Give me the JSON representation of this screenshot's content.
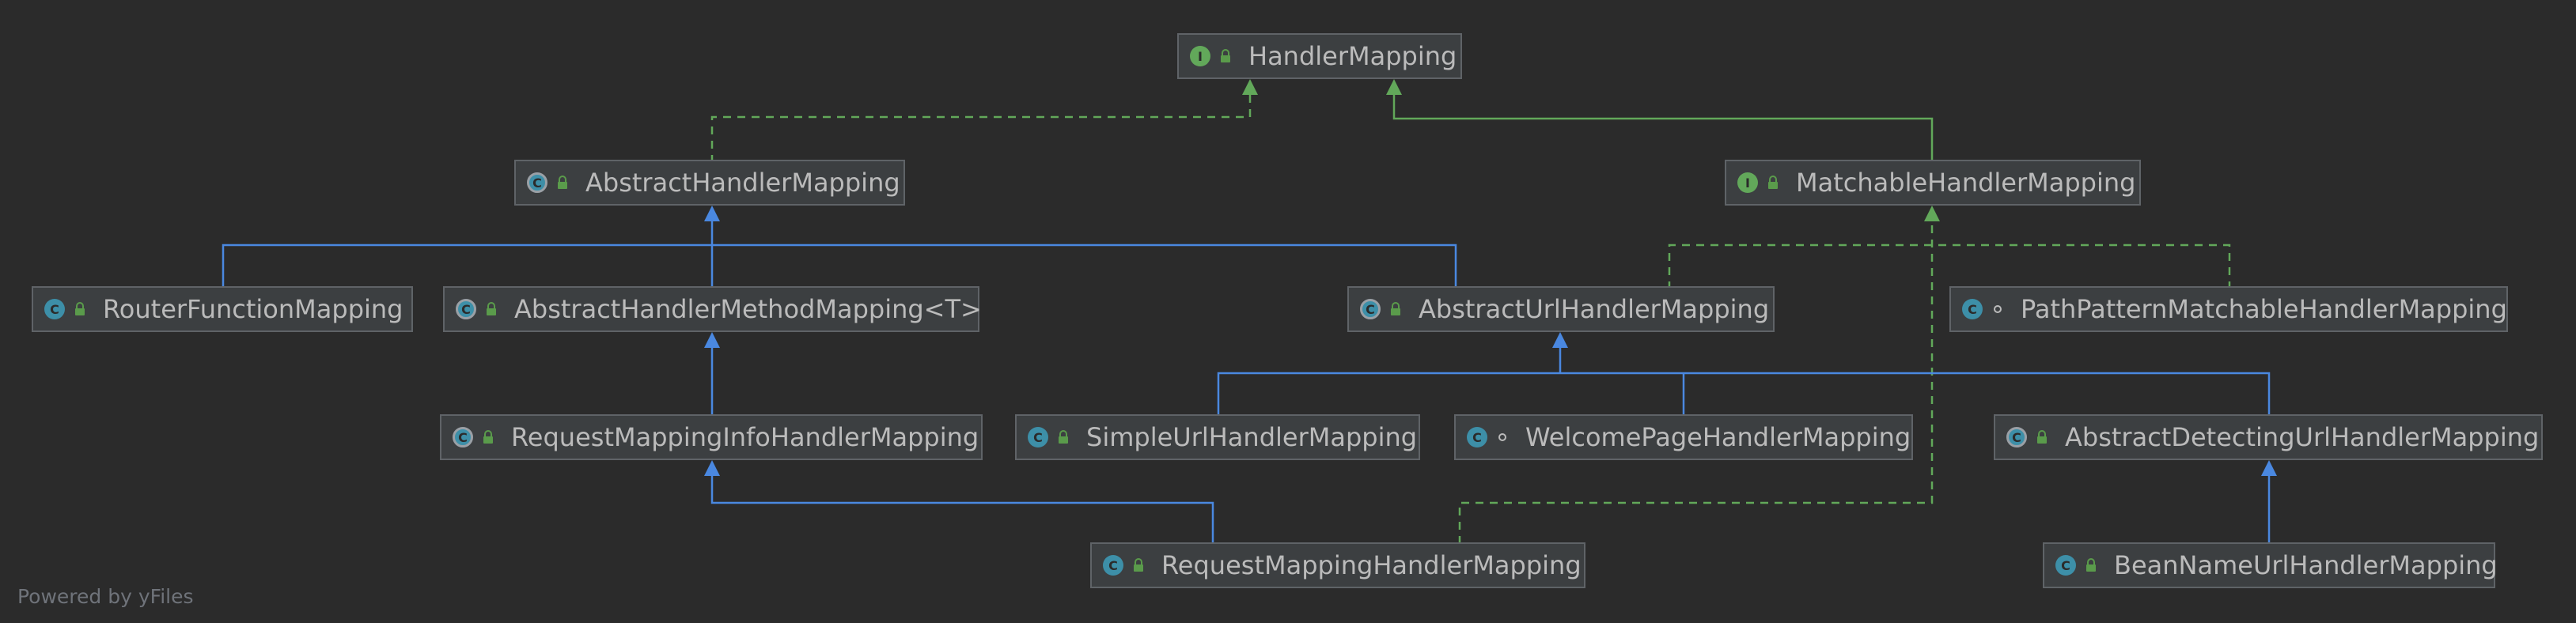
{
  "colors": {
    "background": "#2b2b2b",
    "node_fill": "#3c3f41",
    "node_border": "#5f6367",
    "node_text": "#bbbbbb",
    "extends_edge": "#4a88e0",
    "implements_edge": "#62a85a"
  },
  "nodes": [
    {
      "id": "handler-mapping",
      "label": "HandlerMapping",
      "kind": "interface",
      "icon": "interface-icon",
      "modifier": "lock"
    },
    {
      "id": "abstract-handler-mapping",
      "label": "AbstractHandlerMapping",
      "kind": "abstract",
      "icon": "abstract-class-icon",
      "modifier": "lock"
    },
    {
      "id": "matchable-handler-mapping",
      "label": "MatchableHandlerMapping",
      "kind": "interface",
      "icon": "interface-icon",
      "modifier": "lock"
    },
    {
      "id": "router-function-mapping",
      "label": "RouterFunctionMapping",
      "kind": "class",
      "icon": "class-icon",
      "modifier": "lock"
    },
    {
      "id": "abstract-handler-method-mapping",
      "label": "AbstractHandlerMethodMapping<T>",
      "kind": "abstract",
      "icon": "abstract-class-icon",
      "modifier": "lock"
    },
    {
      "id": "abstract-url-handler-mapping",
      "label": "AbstractUrlHandlerMapping",
      "kind": "abstract",
      "icon": "abstract-class-icon",
      "modifier": "lock"
    },
    {
      "id": "path-pattern-matchable-handler-mapping",
      "label": "PathPatternMatchableHandlerMapping",
      "kind": "class",
      "icon": "class-icon",
      "modifier": "package"
    },
    {
      "id": "request-mapping-info-handler-mapping",
      "label": "RequestMappingInfoHandlerMapping",
      "kind": "abstract",
      "icon": "abstract-class-icon",
      "modifier": "lock"
    },
    {
      "id": "simple-url-handler-mapping",
      "label": "SimpleUrlHandlerMapping",
      "kind": "class",
      "icon": "class-icon",
      "modifier": "lock"
    },
    {
      "id": "welcome-page-handler-mapping",
      "label": "WelcomePageHandlerMapping",
      "kind": "cfg",
      "icon": "config-class-icon",
      "modifier": "package"
    },
    {
      "id": "abstract-detecting-url-handler-mapping",
      "label": "AbstractDetectingUrlHandlerMapping",
      "kind": "abstract",
      "icon": "abstract-class-icon",
      "modifier": "lock"
    },
    {
      "id": "request-mapping-handler-mapping",
      "label": "RequestMappingHandlerMapping",
      "kind": "class",
      "icon": "class-icon",
      "modifier": "lock"
    },
    {
      "id": "bean-name-url-handler-mapping",
      "label": "BeanNameUrlHandlerMapping",
      "kind": "class",
      "icon": "class-icon",
      "modifier": "lock"
    }
  ],
  "edges": [
    {
      "from": "abstract-handler-mapping",
      "to": "handler-mapping",
      "type": "implements"
    },
    {
      "from": "matchable-handler-mapping",
      "to": "handler-mapping",
      "type": "extends-interface"
    },
    {
      "from": "router-function-mapping",
      "to": "abstract-handler-mapping",
      "type": "extends"
    },
    {
      "from": "abstract-handler-method-mapping",
      "to": "abstract-handler-mapping",
      "type": "extends"
    },
    {
      "from": "abstract-url-handler-mapping",
      "to": "abstract-handler-mapping",
      "type": "extends"
    },
    {
      "from": "abstract-url-handler-mapping",
      "to": "matchable-handler-mapping",
      "type": "implements"
    },
    {
      "from": "path-pattern-matchable-handler-mapping",
      "to": "matchable-handler-mapping",
      "type": "implements"
    },
    {
      "from": "request-mapping-info-handler-mapping",
      "to": "abstract-handler-method-mapping",
      "type": "extends"
    },
    {
      "from": "simple-url-handler-mapping",
      "to": "abstract-url-handler-mapping",
      "type": "extends"
    },
    {
      "from": "welcome-page-handler-mapping",
      "to": "abstract-url-handler-mapping",
      "type": "extends"
    },
    {
      "from": "abstract-detecting-url-handler-mapping",
      "to": "abstract-url-handler-mapping",
      "type": "extends"
    },
    {
      "from": "request-mapping-handler-mapping",
      "to": "request-mapping-info-handler-mapping",
      "type": "extends"
    },
    {
      "from": "request-mapping-handler-mapping",
      "to": "matchable-handler-mapping",
      "type": "implements"
    },
    {
      "from": "bean-name-url-handler-mapping",
      "to": "abstract-detecting-url-handler-mapping",
      "type": "extends"
    }
  ],
  "footer": {
    "powered_by": "Powered by yFiles"
  }
}
